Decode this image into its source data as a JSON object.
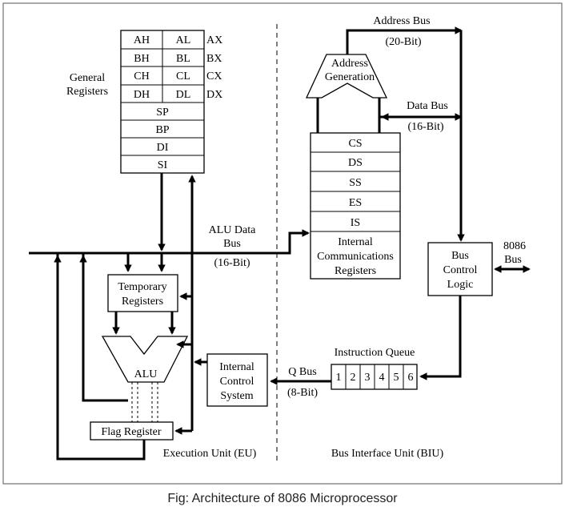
{
  "caption": "Fig: Architecture of 8086 Microprocessor",
  "eu": {
    "general_registers_label": [
      "General",
      "Registers"
    ],
    "reg_rows": [
      {
        "hi": "AH",
        "lo": "AL",
        "pair": "AX"
      },
      {
        "hi": "BH",
        "lo": "BL",
        "pair": "BX"
      },
      {
        "hi": "CH",
        "lo": "CL",
        "pair": "CX"
      },
      {
        "hi": "DH",
        "lo": "DL",
        "pair": "DX"
      }
    ],
    "pointer_regs": [
      "SP",
      "BP",
      "DI",
      "SI"
    ],
    "alu_data_bus": [
      "ALU Data",
      "Bus",
      "(16-Bit)"
    ],
    "temporary_registers": [
      "Temporary",
      "Registers"
    ],
    "alu": "ALU",
    "internal_control": [
      "Internal",
      "Control",
      "System"
    ],
    "flag_register": "Flag Register",
    "unit_label": "Execution Unit (EU)"
  },
  "biu": {
    "address_bus": [
      "Address Bus",
      "(20-Bit)"
    ],
    "address_generation": [
      "Address",
      "Generation"
    ],
    "data_bus": [
      "Data Bus",
      "(16-Bit)"
    ],
    "segment_regs": [
      "CS",
      "DS",
      "SS",
      "ES",
      "IS"
    ],
    "internal_comm": [
      "Internal",
      "Communications",
      "Registers"
    ],
    "bus_control": [
      "Bus",
      "Control",
      "Logic"
    ],
    "external_bus": [
      "8086",
      "Bus"
    ],
    "instruction_queue_title": "Instruction Queue",
    "queue_cells": [
      "1",
      "2",
      "3",
      "4",
      "5",
      "6"
    ],
    "q_bus": [
      "Q Bus",
      "(8-Bit)"
    ],
    "unit_label": "Bus Interface Unit (BIU)"
  }
}
